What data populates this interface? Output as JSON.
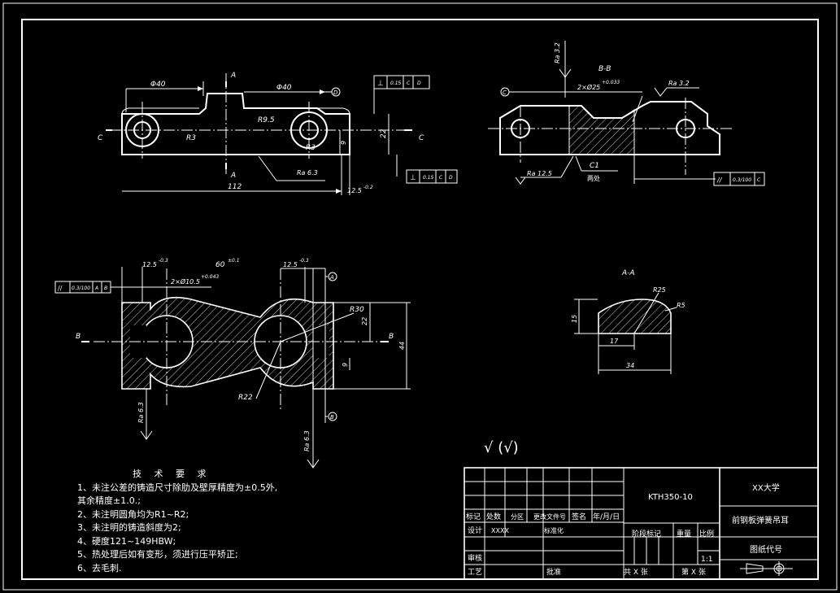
{
  "drawing": {
    "views": {
      "top_view": {
        "dims": {
          "phi40_left": "Φ40",
          "phi40_right": "Φ40",
          "r3_left": "R3",
          "r95": "R9.5",
          "r3_right": "R3",
          "dim_9": "9",
          "dim_22": "22",
          "overall_112": "112",
          "dim_125": "12.5",
          "dim_125_tol": "-0.2",
          "datum_d": "D",
          "ra63": "Ra 6.3",
          "section_a_top": "A",
          "section_a_bottom": "A",
          "section_c_left": "C",
          "section_c_right": "C",
          "fcf_top": [
            "⊥",
            "0.15",
            "C",
            "D"
          ],
          "fcf_bottom": [
            "⊥",
            "0.15",
            "C",
            "D"
          ]
        }
      },
      "section_bb": {
        "label": "B-B",
        "ra32_vertical": "Ra 3.2",
        "ra32_right": "Ra 3.2",
        "hole_dim": "2×Ø25",
        "hole_tol": "+0.033",
        "datum_c": "C",
        "ra125": "Ra 12.5",
        "chamfer": "C1",
        "chamfer_note": "两处",
        "fcf": [
          "//",
          "0.3/100",
          "C"
        ]
      },
      "front_view": {
        "dims": {
          "dim_125_left": "12.5",
          "dim_125_left_tol": "-0.3",
          "dim_60": "60",
          "dim_60_tol": "±0.1",
          "dim_125_right": "12.5",
          "dim_125_right_tol": "-0.3",
          "holes": "2×Ø10.5",
          "holes_tol": "+0.043",
          "r30": "R30",
          "r22": "R22",
          "dim_22": "22",
          "dim_44": "44",
          "dim_9": "9",
          "datum_a": "A",
          "datum_b": "B",
          "section_b_left": "B",
          "section_b_right": "B",
          "ra63_left": "Ra 6.3",
          "ra63_right": "Ra 6.3",
          "fcf": [
            "//",
            "0.3/100",
            "A",
            "B"
          ]
        }
      },
      "section_aa": {
        "label": "A-A",
        "r25": "R25",
        "r5": "R5",
        "dim_15": "15",
        "dim_17": "17",
        "dim_34": "34"
      },
      "roughness_note": "√ (√)"
    },
    "notes": {
      "title": "技 术 要 求",
      "lines": [
        "1、未注公差的铸造尺寸除肋及壁厚精度为±0.5外,",
        "其余精度±1.0.;",
        "2、未注明圆角均为R1~R2;",
        "3、未注明的铸造斜度为2;",
        "4、硬度121~149HBW;",
        "5、热处理后如有变形，须进行压平矫正;",
        "6、去毛刺."
      ]
    },
    "title_block": {
      "drawing_number": "KTH350-10",
      "school": "XX大学",
      "part_name": "前钢板弹簧吊耳",
      "drawing_code_label": "图纸代号",
      "row_headers": [
        "标记",
        "处数",
        "分区",
        "更改文件号",
        "签名",
        "年/月/日"
      ],
      "design_label": "设计",
      "designer": "XXXX",
      "standardize_label": "标准化",
      "stage_mark": "阶段标记",
      "weight": "重量",
      "scale_label": "比例",
      "scale_value": "1:1",
      "review_label": "审核",
      "process_label": "工艺",
      "approve_label": "批准",
      "total_sheets": "共 X 张",
      "sheet_no": "第 X 张"
    }
  }
}
